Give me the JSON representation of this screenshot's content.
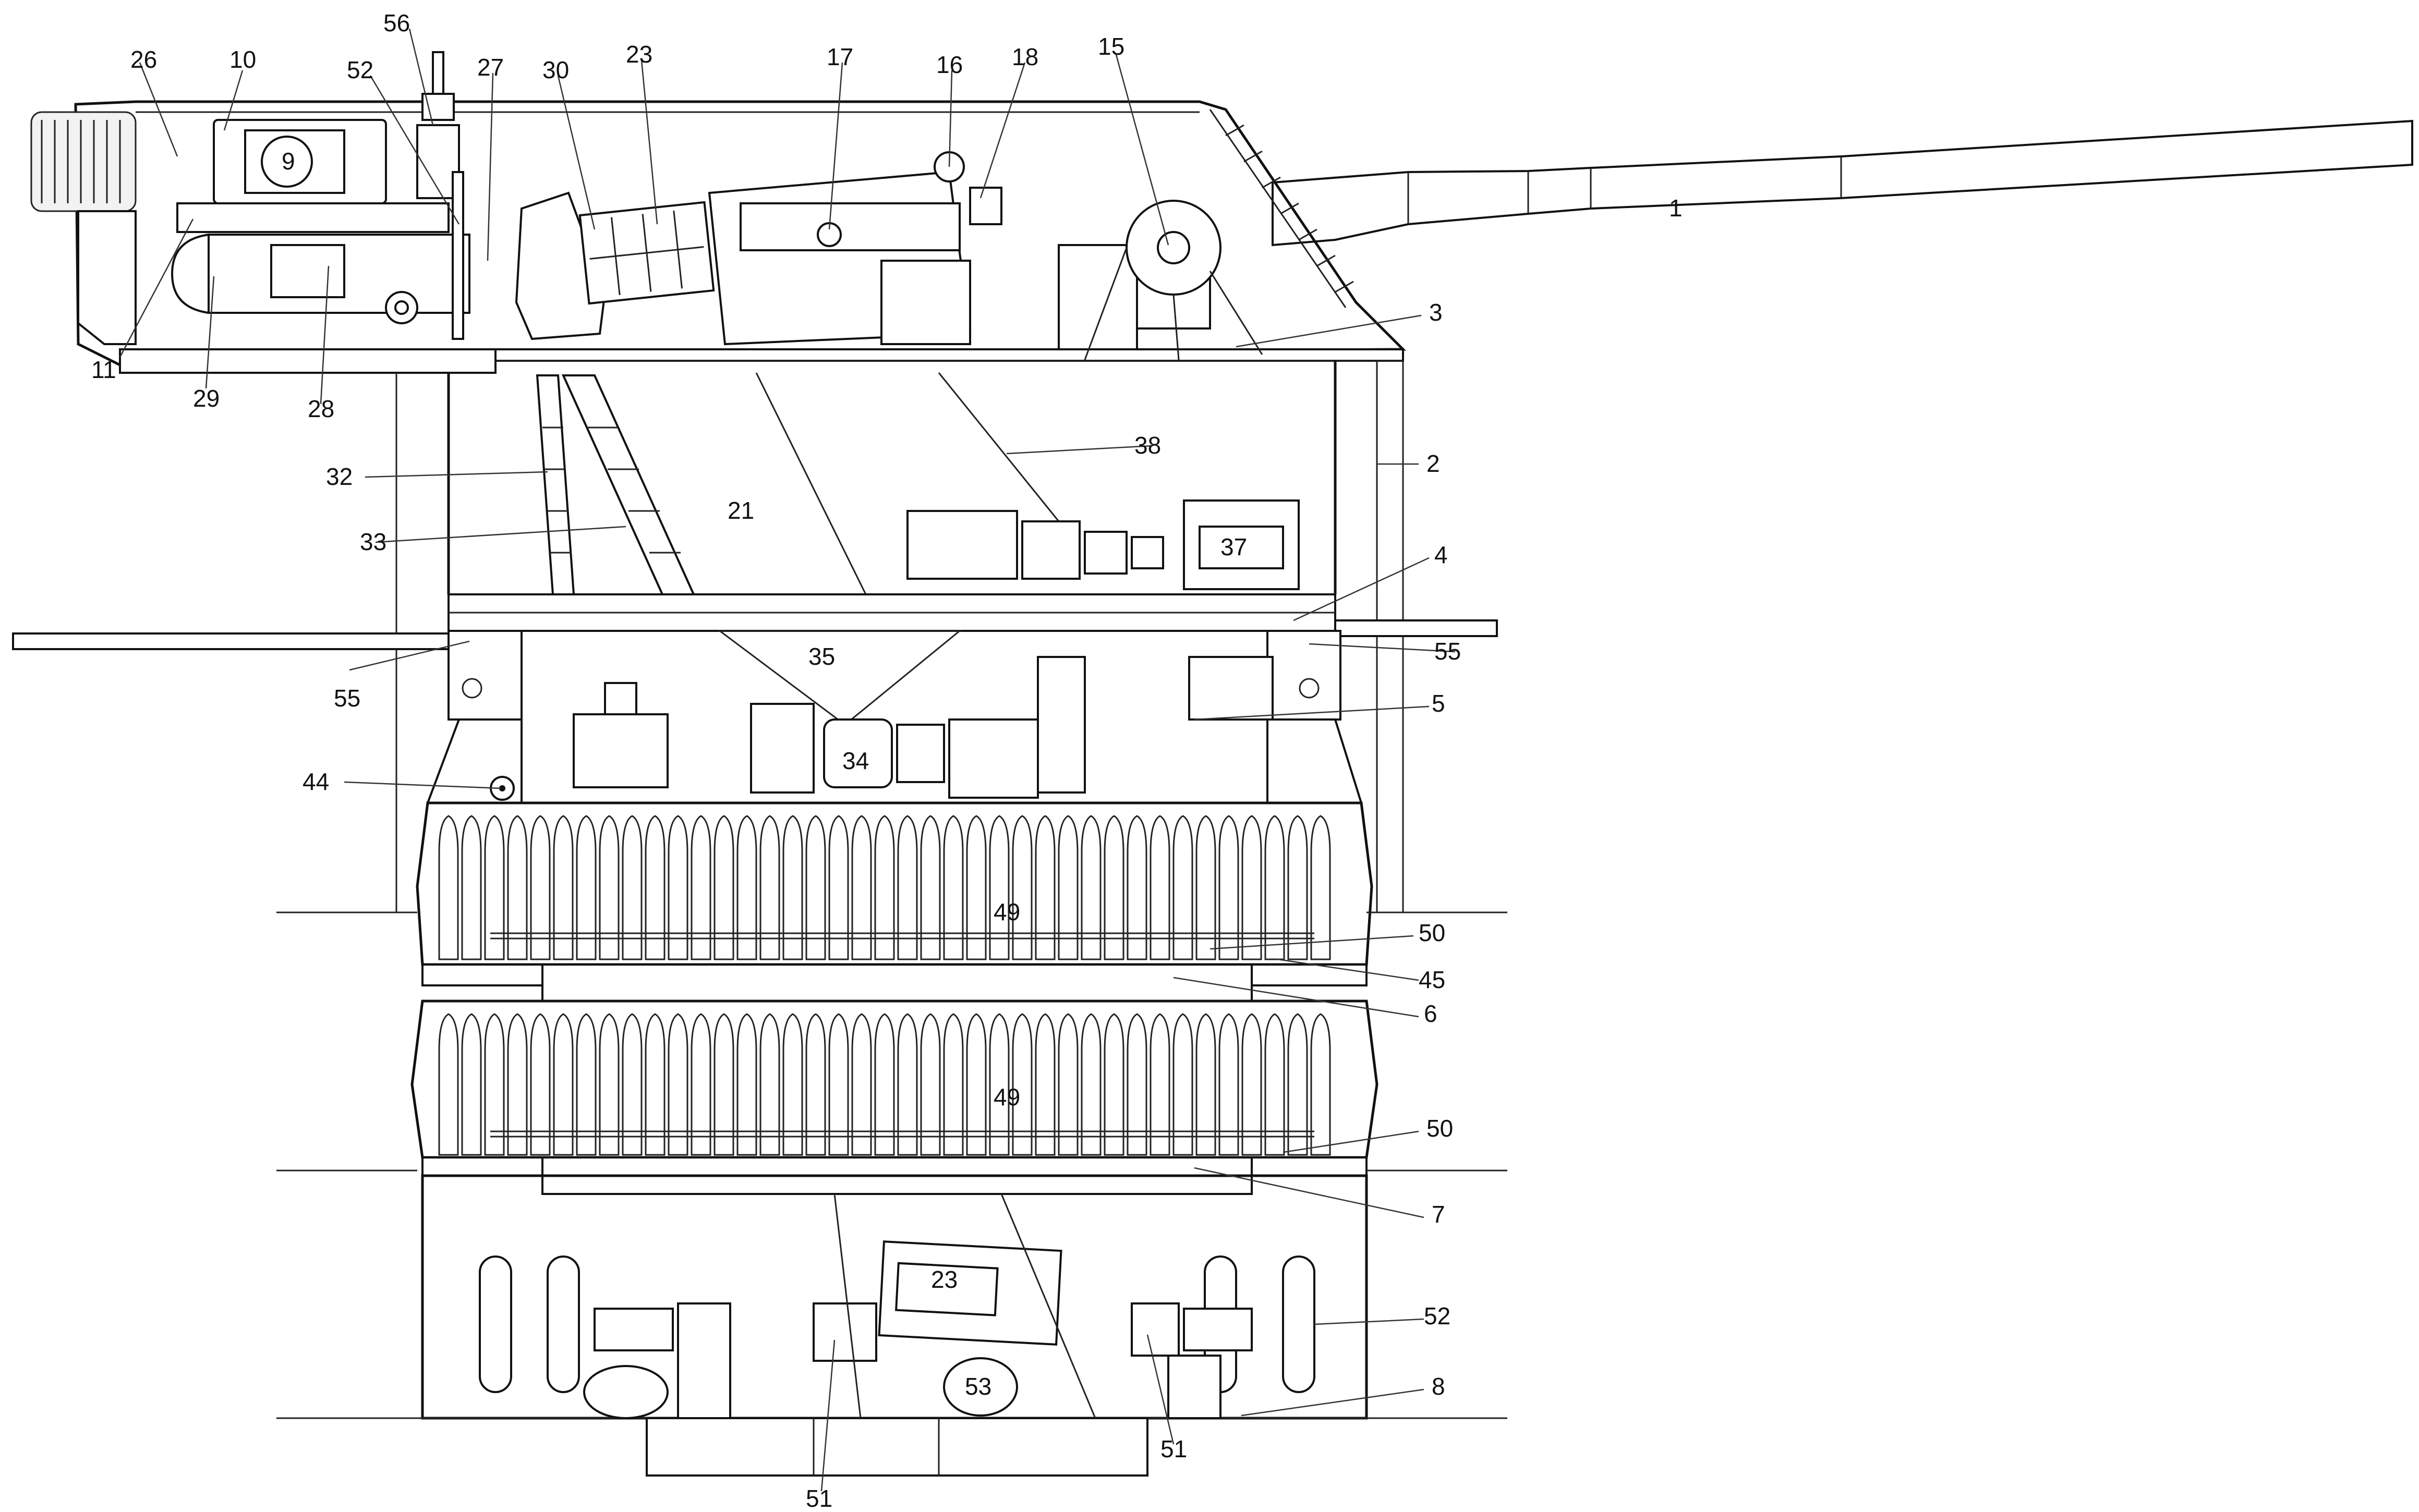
{
  "labels": {
    "l1": "1",
    "l2": "2",
    "l3": "3",
    "l4": "4",
    "l5": "5",
    "l6": "6",
    "l7": "7",
    "l8": "8",
    "l9": "9",
    "l10": "10",
    "l11": "11",
    "l15": "15",
    "l16": "16",
    "l17": "17",
    "l18": "18",
    "l21": "21",
    "l23a": "23",
    "l23b": "23",
    "l26": "26",
    "l27": "27",
    "l28": "28",
    "l29": "29",
    "l30": "30",
    "l32": "32",
    "l33": "33",
    "l34": "34",
    "l35": "35",
    "l37": "37",
    "l38": "38",
    "l44": "44",
    "l45": "45",
    "l49a": "49",
    "l49b": "49",
    "l50a": "50",
    "l50b": "50",
    "l51a": "51",
    "l51b": "51",
    "l52a": "52",
    "l52b": "52",
    "l53": "53",
    "l55a": "55",
    "l55b": "55",
    "l56": "56"
  }
}
